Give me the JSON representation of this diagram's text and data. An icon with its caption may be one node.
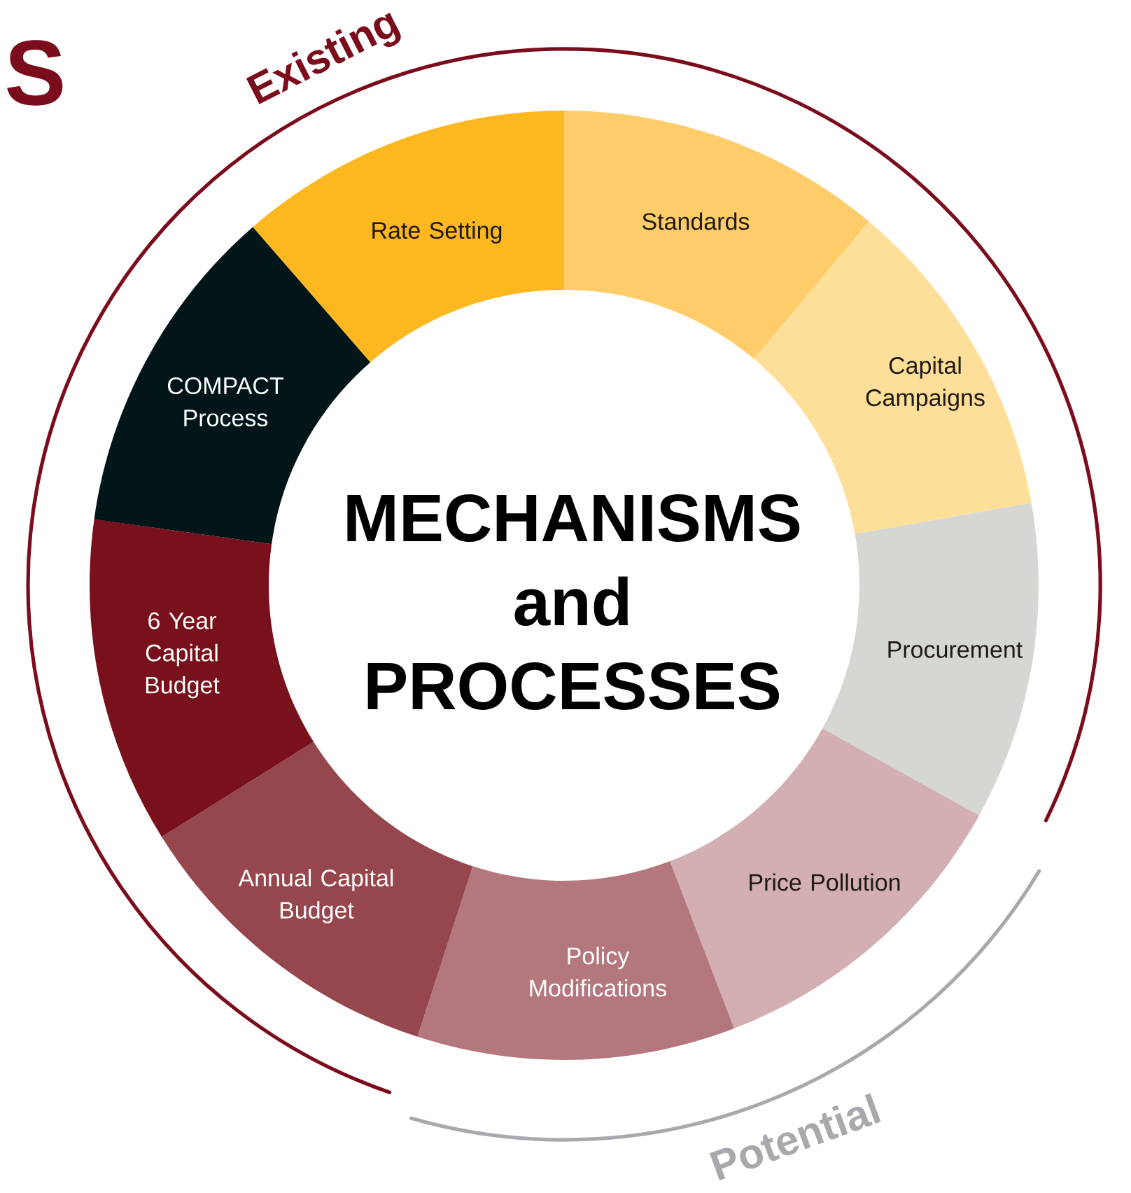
{
  "diagram": {
    "nodes": [
      {
        "text": [
          "MECHANISMS and PROCESSES"
        ]
      },
      {
        "text": [
          "Rate Setting"
        ]
      },
      {
        "text": [
          "Standards"
        ]
      },
      {
        "text": [
          "Capital Campaigns"
        ]
      },
      {
        "text": [
          "Procurement"
        ]
      },
      {
        "text": [
          "Price Pollution"
        ]
      },
      {
        "text": [
          "Policy Modifications"
        ]
      },
      {
        "text": [
          "Annual Capital Budget"
        ]
      },
      {
        "text": [
          "6 Year Capital Budget"
        ]
      },
      {
        "text": [
          "COMPACT Process"
        ]
      }
    ],
    "labels": [
      "S",
      "Existing",
      "Potential"
    ]
  }
}
